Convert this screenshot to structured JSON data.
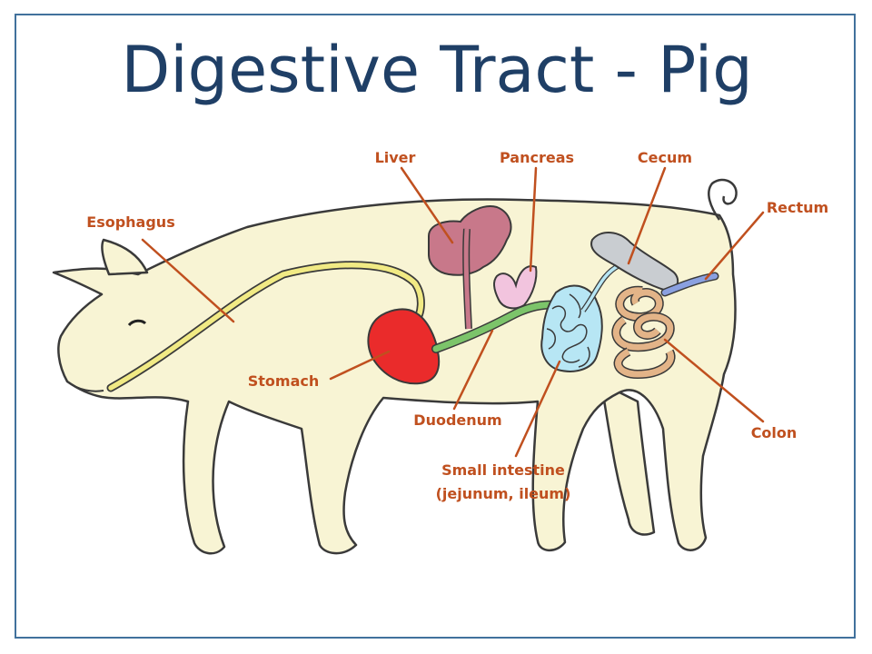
{
  "title": "Digestive Tract - Pig",
  "colors": {
    "border": "#41719c",
    "title": "#1f3f66",
    "label": "#c0501f",
    "body_fill": "#f8f4d4",
    "outline": "#3a3a3a"
  },
  "labels": {
    "liver": "Liver",
    "pancreas": "Pancreas",
    "cecum": "Cecum",
    "rectum": "Rectum",
    "esophagus": "Esophagus",
    "stomach": "Stomach",
    "duodenum": "Duodenum",
    "small_intestine_line1": "Small intestine",
    "small_intestine_line2": "(jejunum, ileum)",
    "colon": "Colon"
  }
}
